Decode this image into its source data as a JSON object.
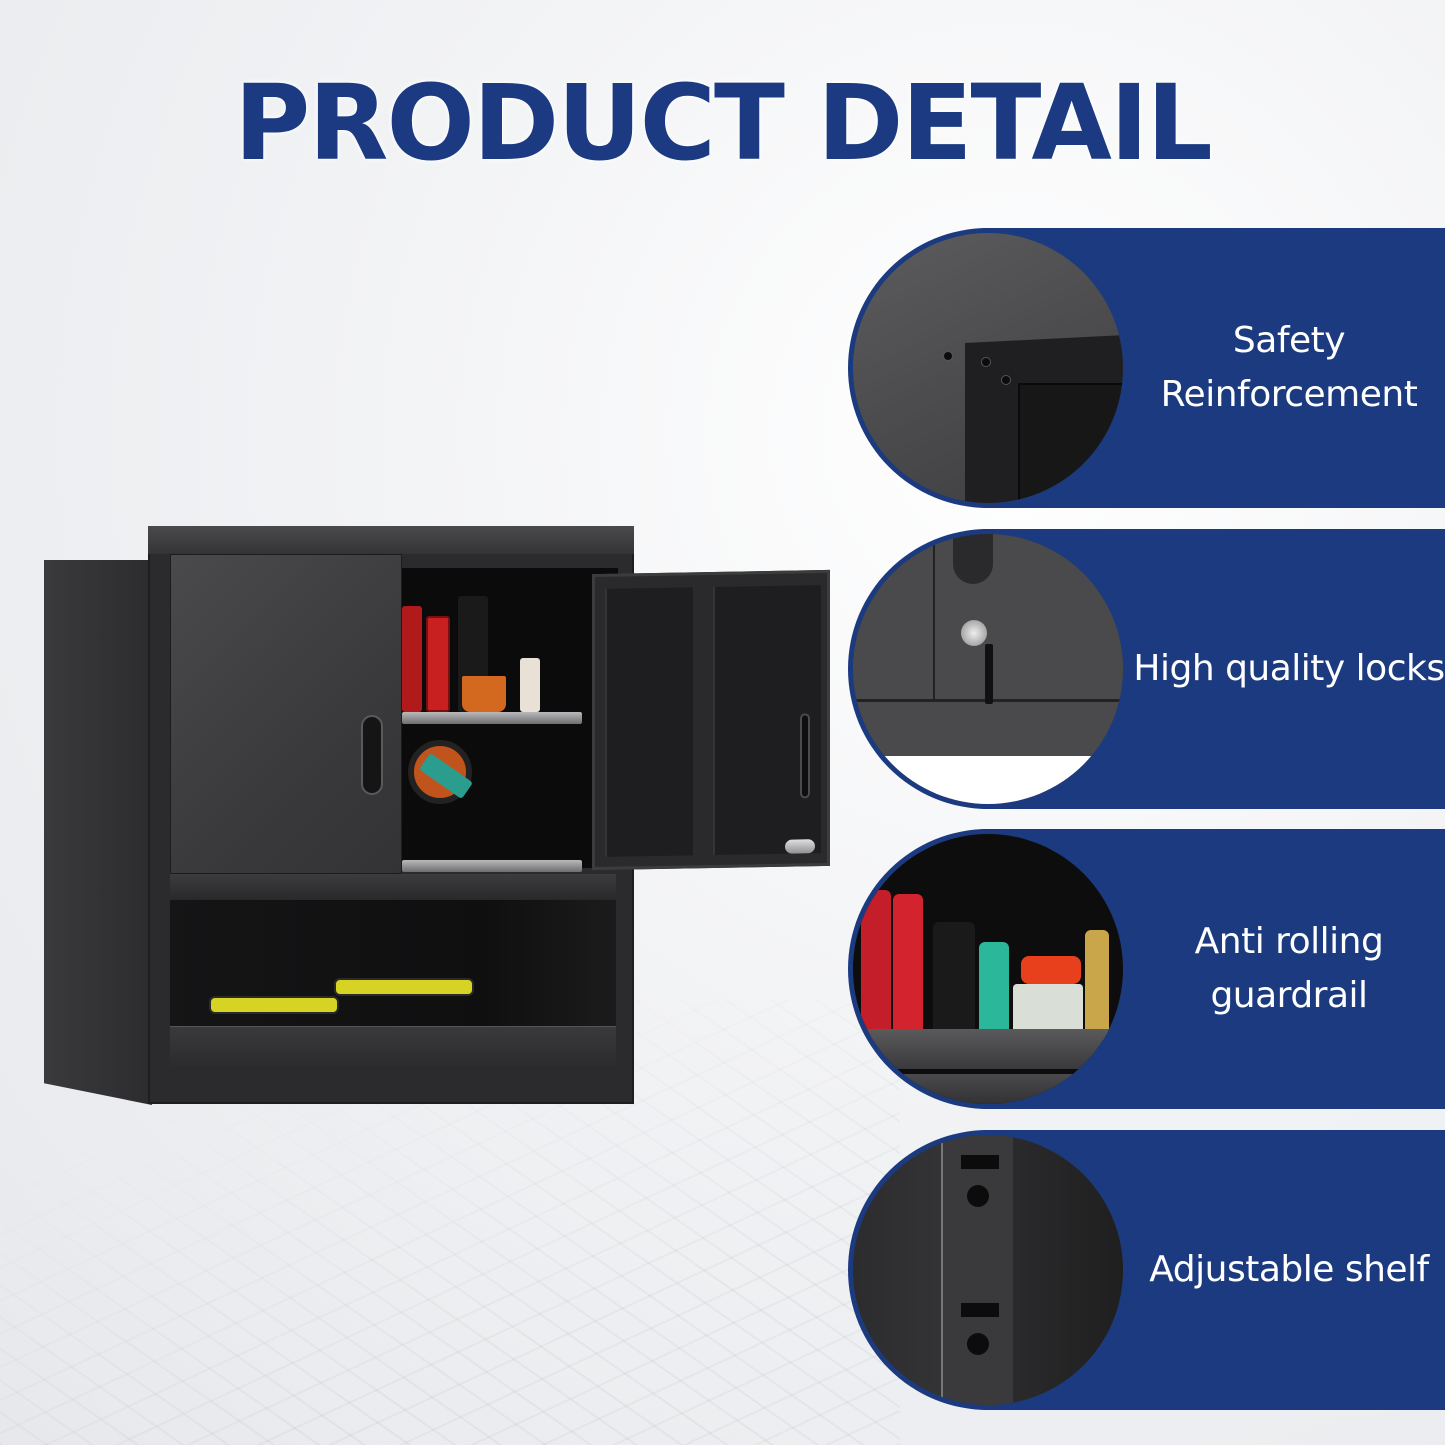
{
  "title": "PRODUCT DETAIL",
  "colors": {
    "title_blue": "#1c3a82",
    "panel_blue": "#1b3a80",
    "text_white": "#ffffff",
    "cabinet_black": "#2b2b2d"
  },
  "product_image": {
    "description": "Black metal wall-mounted storage cabinet with one open door, adjustable shelf and open bottom compartment holding power drills"
  },
  "features": [
    {
      "label_line1": "Safety",
      "label_line2": "Reinforcement",
      "image": "cabinet-corner-bolts"
    },
    {
      "label_line1": "High quality locks",
      "label_line2": "",
      "image": "door-lock-with-key"
    },
    {
      "label_line1": "Anti rolling",
      "label_line2": "guardrail",
      "image": "shelf-guardrail-with-bottles"
    },
    {
      "label_line1": "Adjustable shelf",
      "label_line2": "",
      "image": "shelf-adjustment-slots"
    }
  ]
}
